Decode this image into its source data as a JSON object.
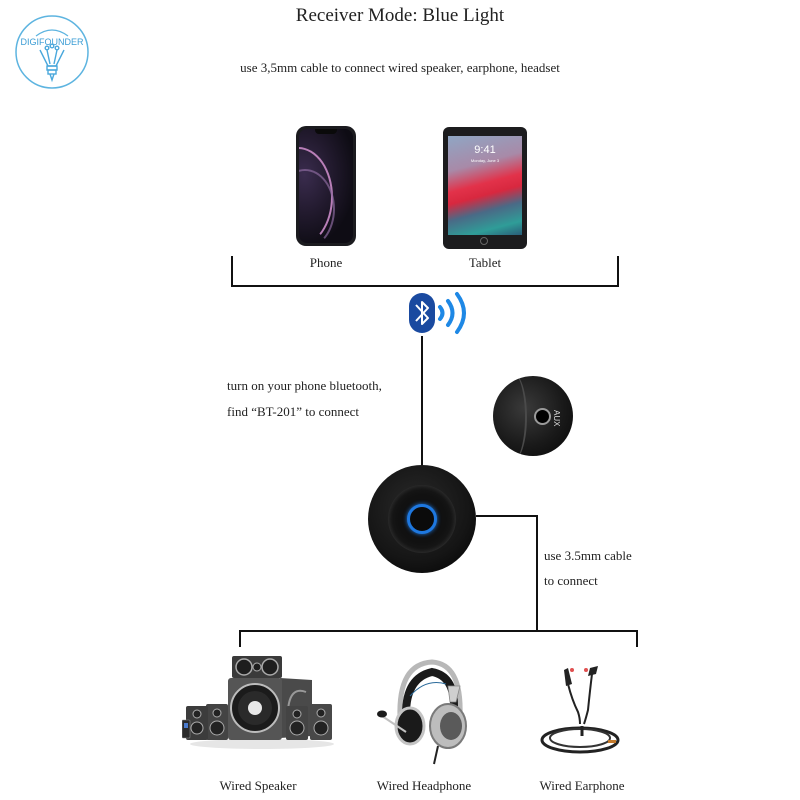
{
  "logo": {
    "text": "DIGIFOUNDER",
    "icon": "lightbulb-icon",
    "color": "#3aa0d8"
  },
  "header": {
    "title": "Receiver Mode: Blue Light",
    "subtitle": "use 3,5mm cable to connect wired speaker, earphone, headset"
  },
  "sources": [
    {
      "label": "Phone",
      "icon": "smartphone-icon"
    },
    {
      "label": "Tablet",
      "icon": "tablet-icon",
      "screen_time": "9:41"
    }
  ],
  "bluetooth": {
    "icon": "bluetooth-icon",
    "waves_icon": "signal-waves-icon",
    "color": "#1a4aa0",
    "wave_color": "#1e88e5"
  },
  "instructions": {
    "bluetooth_line1": "turn on your phone bluetooth,",
    "bluetooth_line2": "find “BT-201” to connect",
    "cable_line1": "use 3.5mm cable",
    "cable_line2": "to connect"
  },
  "device": {
    "name": "BT-201",
    "led_color": "#1e78e0",
    "aux_label": "AUX"
  },
  "outputs": [
    {
      "label": "Wired Speaker",
      "icon": "speaker-system-icon"
    },
    {
      "label": "Wired Headphone",
      "icon": "headphone-icon"
    },
    {
      "label": "Wired Earphone",
      "icon": "earphone-icon"
    }
  ]
}
